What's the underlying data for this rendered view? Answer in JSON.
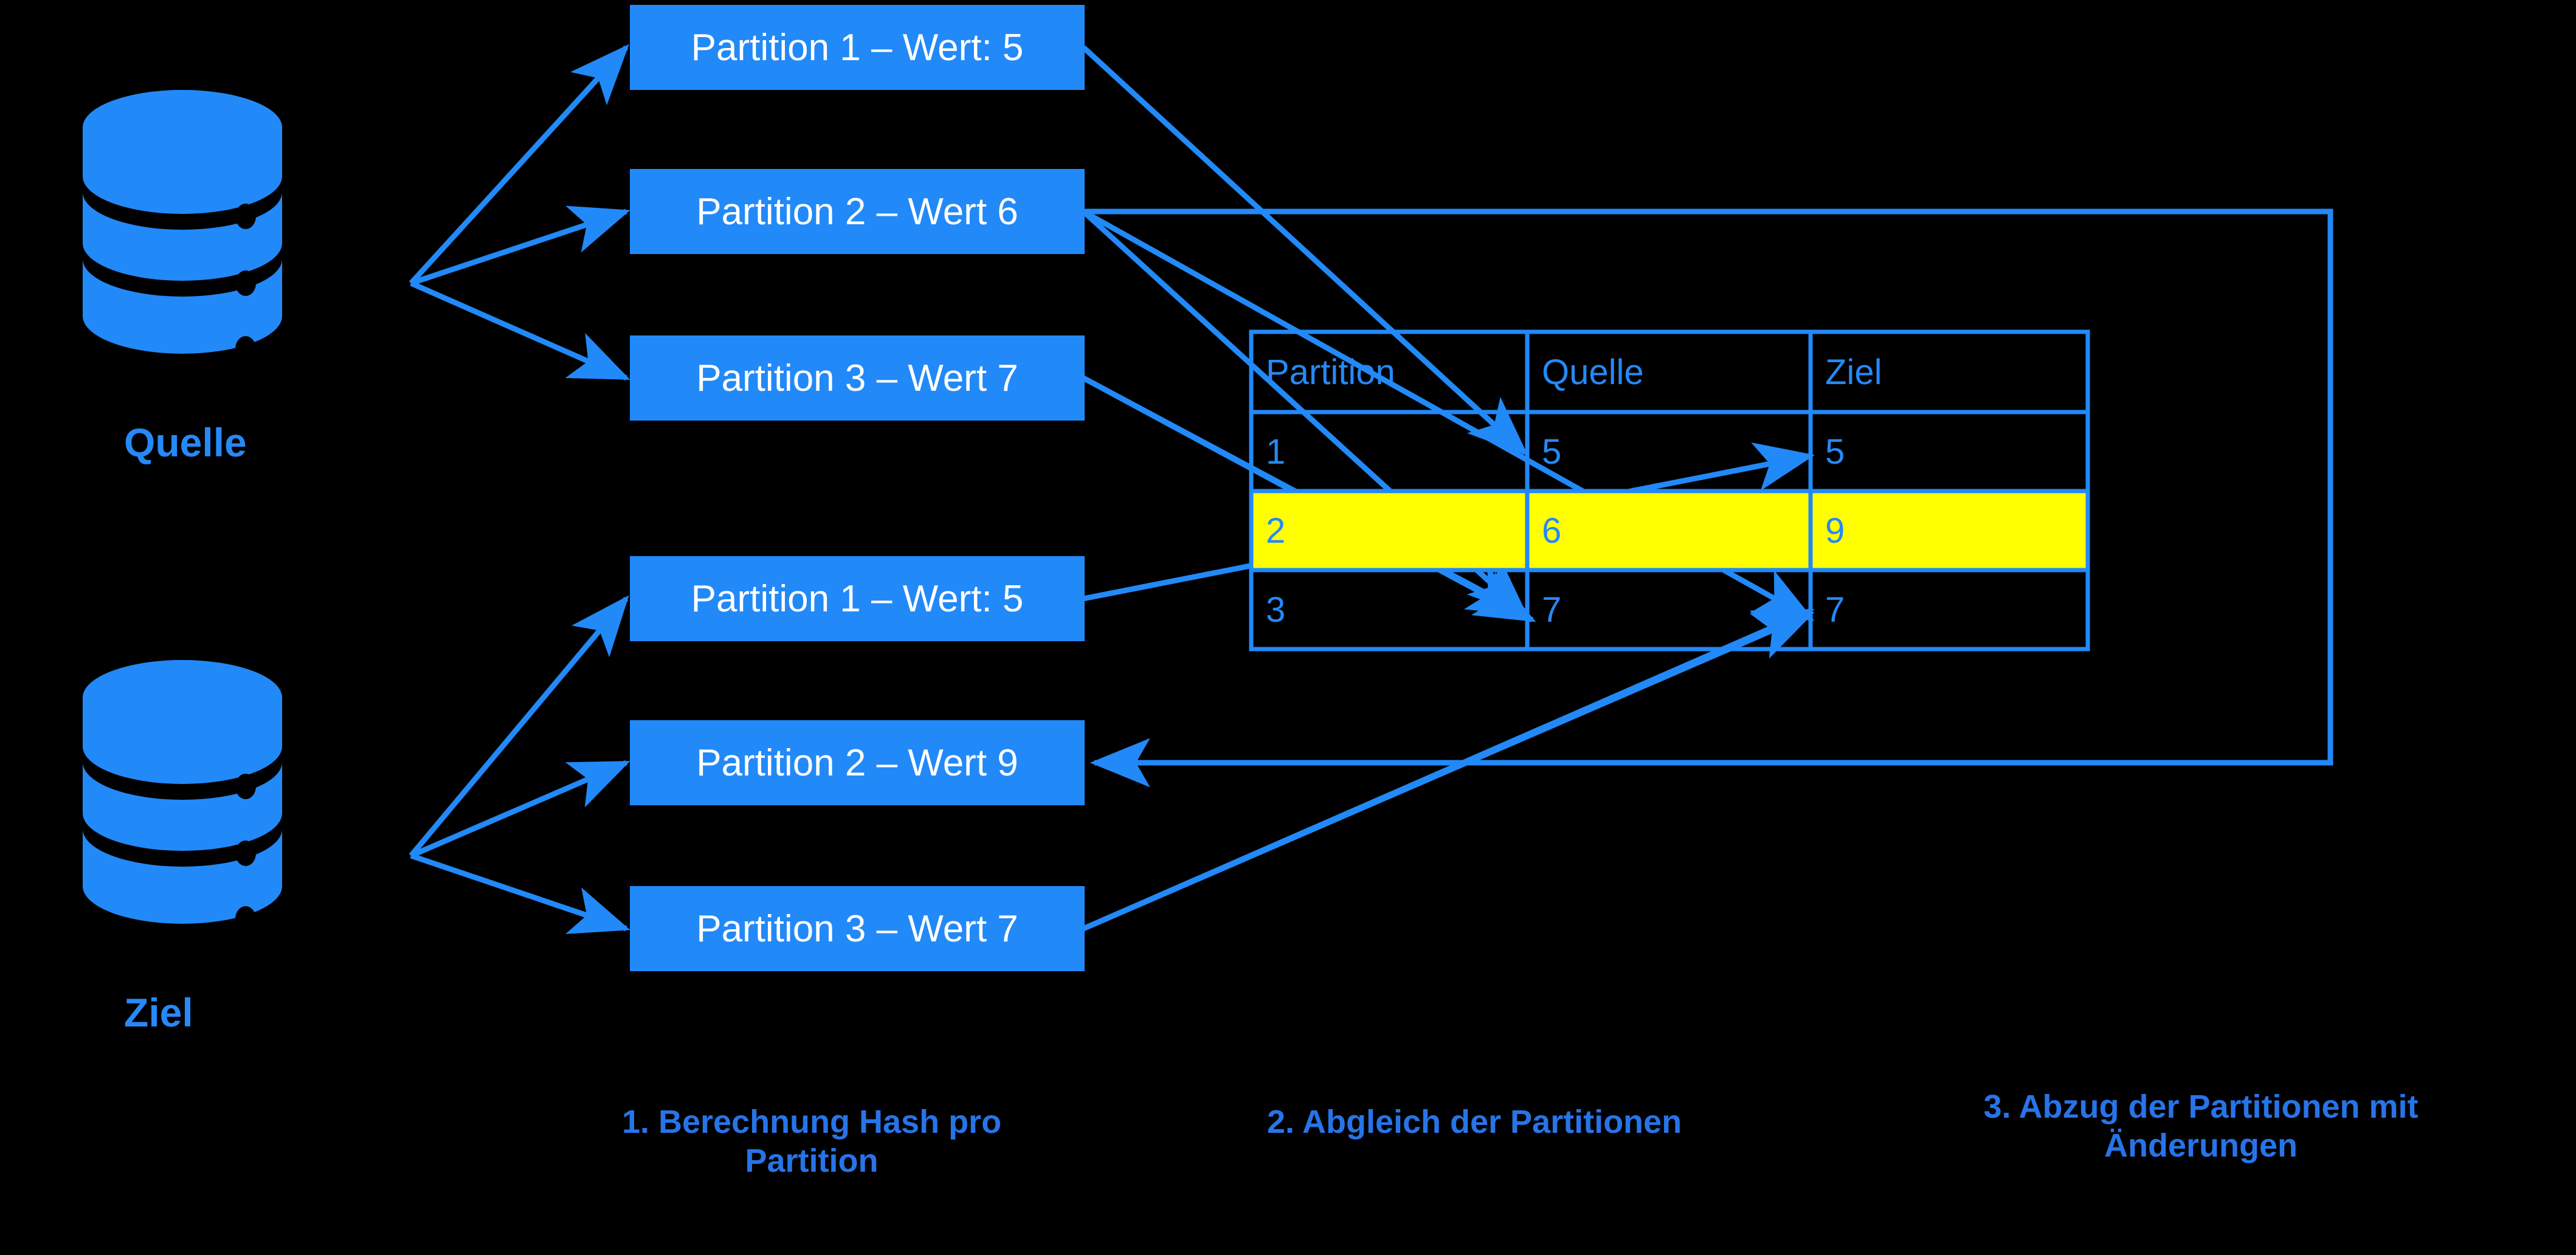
{
  "theme": {
    "background": "#000000",
    "accent_blue": "#2289F8",
    "label_blue": "#2774E8",
    "highlight_yellow": "#FFFF00",
    "box_text": "#FFFFFF"
  },
  "databases": [
    {
      "id": "source",
      "label": "Quelle",
      "icon": "database-icon"
    },
    {
      "id": "target",
      "label": "Ziel",
      "icon": "database-icon"
    }
  ],
  "source_partitions": [
    {
      "label": "Partition 1 – Wert: 5"
    },
    {
      "label": "Partition 2 – Wert 6"
    },
    {
      "label": "Partition 3 – Wert 7"
    }
  ],
  "target_partitions": [
    {
      "label": "Partition 1 – Wert: 5"
    },
    {
      "label": "Partition 2 – Wert 9"
    },
    {
      "label": "Partition 3 – Wert 7"
    }
  ],
  "comparison_table": {
    "headers": [
      "Partition",
      "Quelle",
      "Ziel"
    ],
    "rows": [
      {
        "cells": [
          "1",
          "5",
          "5"
        ],
        "highlighted": false
      },
      {
        "cells": [
          "2",
          "6",
          "9"
        ],
        "highlighted": true
      },
      {
        "cells": [
          "3",
          "7",
          "7"
        ],
        "highlighted": false
      }
    ]
  },
  "steps": [
    {
      "line1": "1. Berechnung Hash pro",
      "line2": "Partition"
    },
    {
      "line1": "2. Abgleich der Partitionen",
      "line2": ""
    },
    {
      "line1": "3. Abzug der Partitionen mit",
      "line2": "Änderungen"
    }
  ]
}
